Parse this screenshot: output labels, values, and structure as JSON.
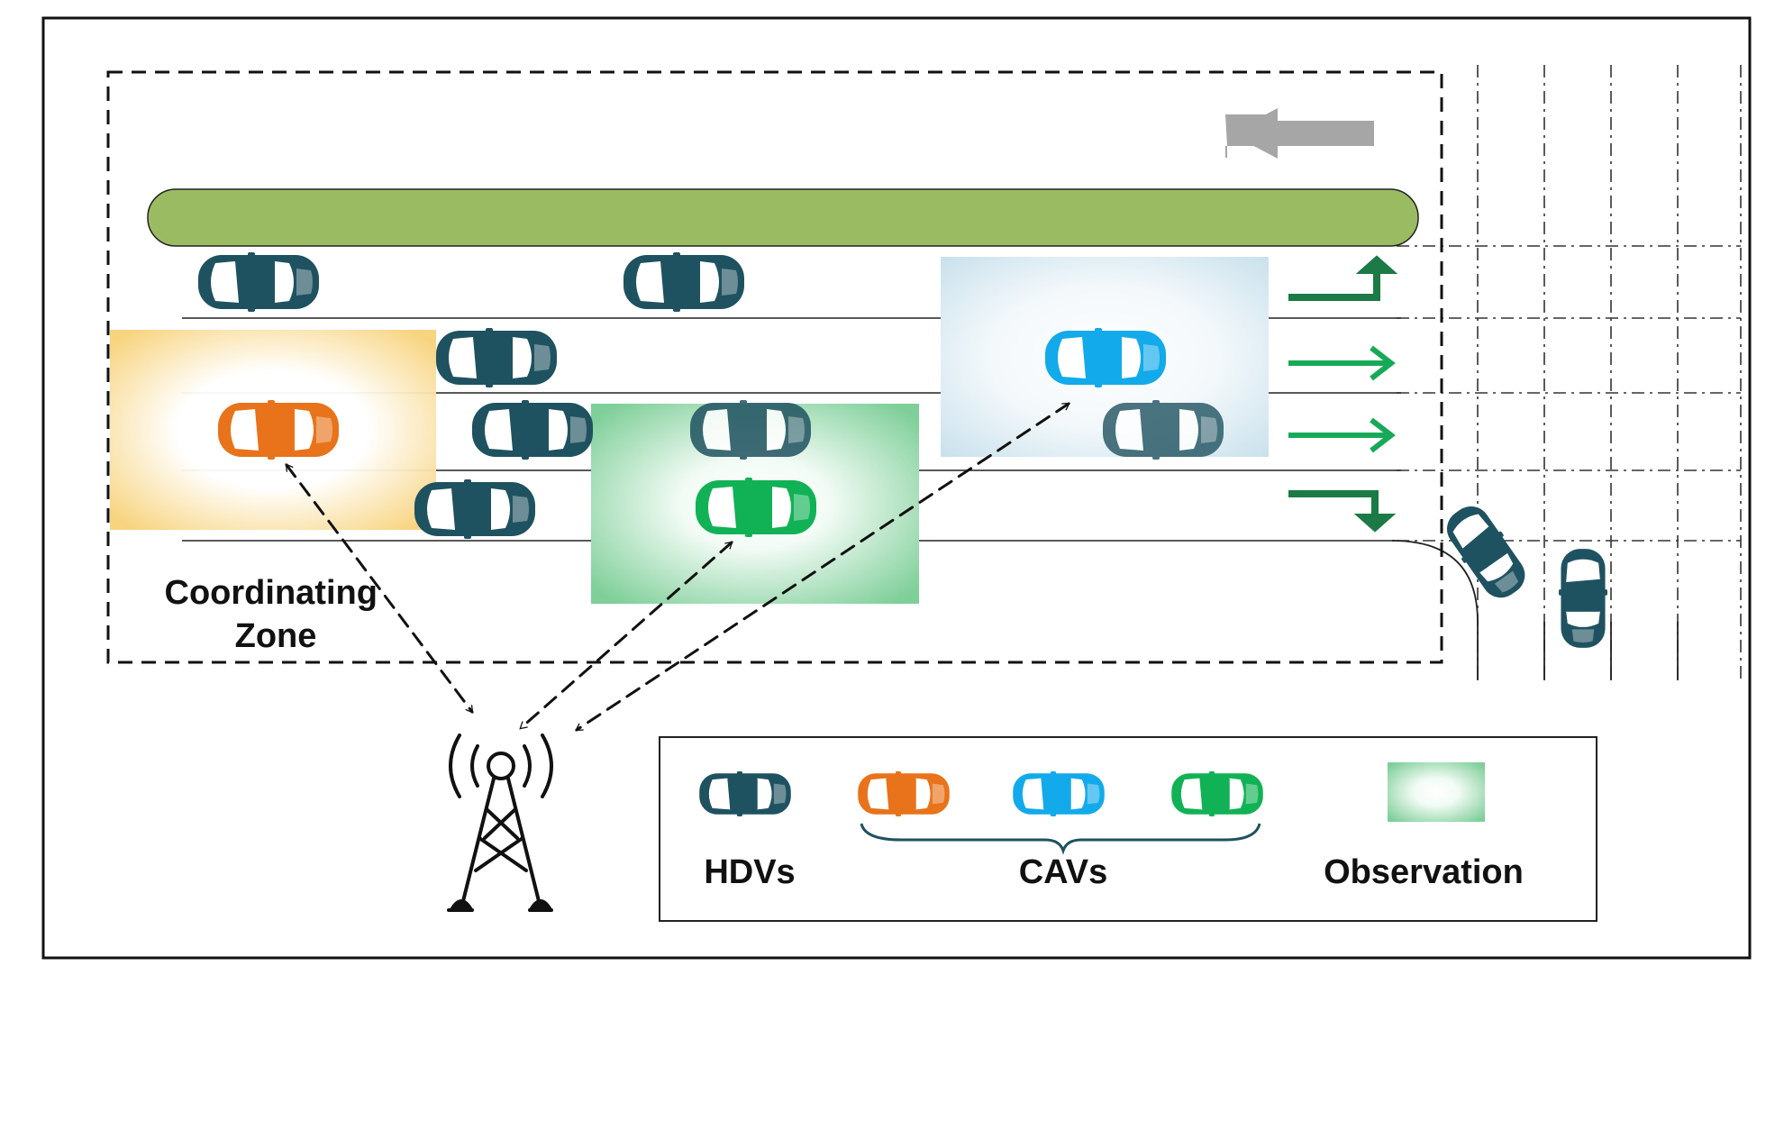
{
  "labels": {
    "zone_line1": "Coordinating",
    "zone_line2": "Zone"
  },
  "legend": {
    "hdv_label": "HDVs",
    "cav_label": "CAVs",
    "observation_label": "Observation"
  },
  "colors": {
    "hdv": "#1f5260",
    "cav_orange": "#e8731a",
    "cav_blue": "#12aaea",
    "cav_green": "#10b255",
    "median": "#9bbb63",
    "arrow_green": "#17a958",
    "arrow_dark_green": "#1b7a45",
    "direction_arrow": "#a6a6a6"
  },
  "icons": {
    "tower": "radio-tower-icon",
    "direction": "left-arrow-icon",
    "lane_turns": [
      "left-turn-arrow-icon",
      "straight-arrow-icon",
      "straight-arrow-icon",
      "right-turn-arrow-icon"
    ]
  }
}
